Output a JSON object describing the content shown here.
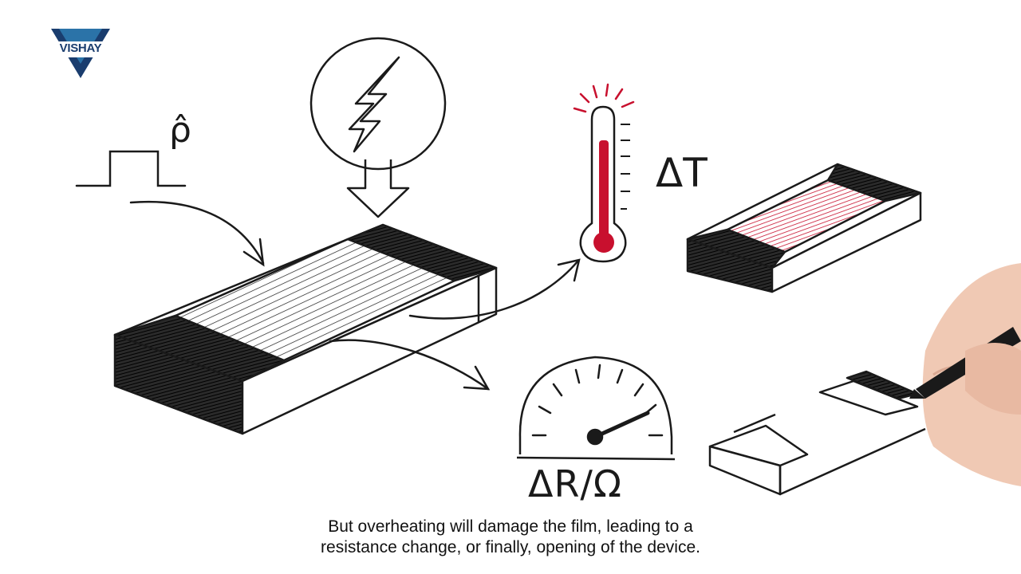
{
  "brand": {
    "logo_text": "VISHAY",
    "logo_color": "#1a3d6e",
    "logo_accent": "#3aa0d8"
  },
  "labels": {
    "rho": "ρ̂",
    "delta_t": "ΔT",
    "delta_r": "ΔR/Ω"
  },
  "caption": {
    "line1": "But overheating will damage the film, leading to a",
    "line2": "resistance change, or finally, opening of the device."
  },
  "colors": {
    "ink": "#1a1a1a",
    "heat": "#c8102e",
    "skin": "#f0c9b4"
  },
  "icons": [
    "lightning-icon",
    "thermometer-icon",
    "gauge-icon",
    "pen-icon"
  ]
}
